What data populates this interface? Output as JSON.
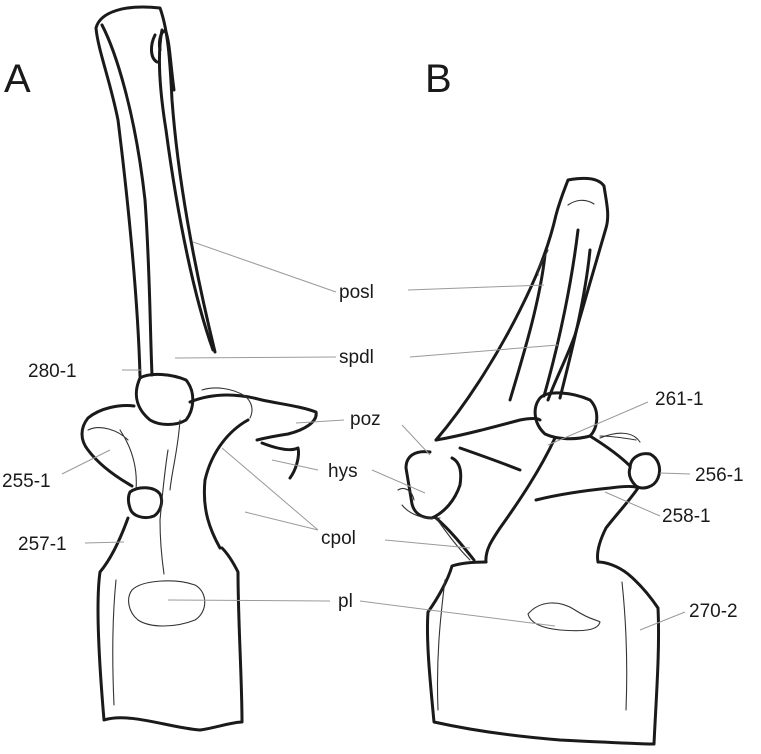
{
  "panels": {
    "a": "A",
    "b": "B"
  },
  "labels": {
    "posl": "posl",
    "spdl": "spdl",
    "poz": "poz",
    "hys": "hys",
    "cpol": "cpol",
    "pl": "pl",
    "c280_1": "280-1",
    "c255_1": "255-1",
    "c257_1": "257-1",
    "c261_1": "261-1",
    "c256_1": "256-1",
    "c258_1": "258-1",
    "c270_2": "270-2"
  }
}
